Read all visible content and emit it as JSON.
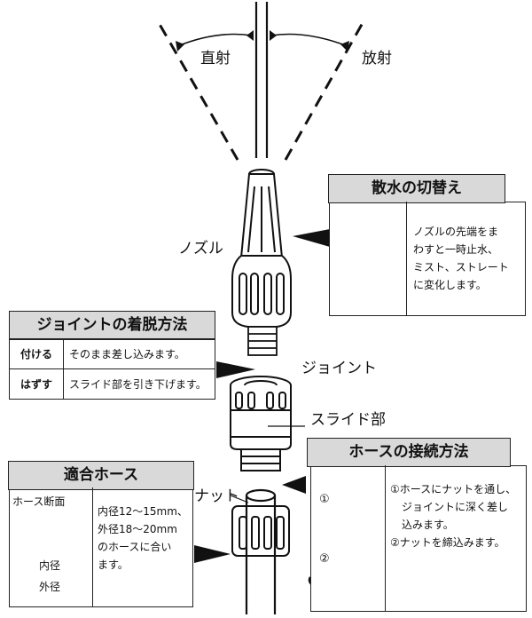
{
  "labels": {
    "direct": "直射",
    "spread": "放射",
    "nozzle": "ノズル",
    "joint": "ジョイント",
    "slide": "スライド部",
    "nut": "ナット"
  },
  "spray_switch": {
    "title": "散水の切替え",
    "lines": [
      "ノズルの先端をま",
      "わすと一時止水、",
      "ミスト、ストレート",
      "に変化します。"
    ]
  },
  "joint_attach": {
    "title": "ジョイントの着脱方法",
    "rows": [
      {
        "key": "付ける",
        "value": "そのまま差し込みます。"
      },
      {
        "key": "はずす",
        "value": "スライド部を引き下げます。"
      }
    ]
  },
  "hose_connect": {
    "title": "ホースの接続方法",
    "step1_num": "①",
    "step2_num": "②",
    "lines": [
      "①ホースにナットを通し、",
      "ジョイントに深く差し",
      "込みます。",
      "②ナットを締込みます。"
    ]
  },
  "compatible_hose": {
    "title": "適合ホース",
    "section_label": "ホース断面",
    "inner_label": "内径",
    "outer_label": "外径",
    "lines": [
      "内径12～15mm、",
      "外径18～20mm",
      "のホースに合い",
      "ます。"
    ]
  }
}
